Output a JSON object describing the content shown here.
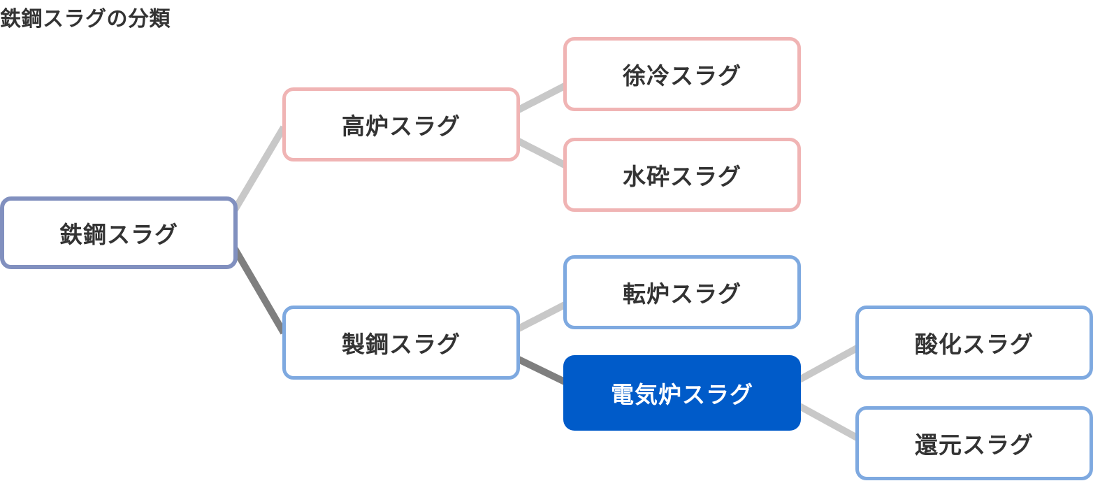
{
  "title": "鉄鋼スラグの分類",
  "nodes": {
    "root": "鉄鋼スラグ",
    "blast_furnace": "高炉スラグ",
    "slow_cooled": "徐冷スラグ",
    "granulated": "水砕スラグ",
    "steelmaking": "製鋼スラグ",
    "converter": "転炉スラグ",
    "electric_arc": "電気炉スラグ",
    "oxidizing": "酸化スラグ",
    "reducing": "還元スラグ"
  },
  "colors": {
    "root_border": "#8190bf",
    "blast_furnace_group_border": "#f0b4b4",
    "steelmaking_group_border": "#7ea9e0",
    "highlight_fill": "#005bc9",
    "edge_default": "#c8c8c8",
    "edge_highlight_path": "#7f7f7f"
  },
  "highlighted_path": [
    "鉄鋼スラグ",
    "製鋼スラグ",
    "電気炉スラグ"
  ]
}
